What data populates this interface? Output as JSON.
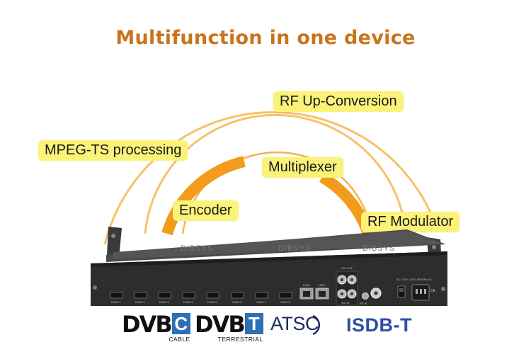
{
  "title": "Multifunction in one device",
  "features": {
    "rf_upconversion": "RF Up-Conversion",
    "mpeg_ts": "MPEG-TS processing",
    "multiplexer": "Multiplexer",
    "encoder": "Encoder",
    "rf_modulator": "RF Modulator"
  },
  "device": {
    "watermark": "DIBSYS",
    "port_labels": [
      "HDMI 1",
      "HDMI 2",
      "HDMI 3",
      "HDMI 4",
      "HDMI 5",
      "HDMI 6",
      "HDMI 7",
      "HDMI 8"
    ],
    "data_label": "DATA",
    "nms_label": "NMS",
    "asi_out_label": "ASI OUT",
    "asi_in_label": "ASI IN",
    "rf_in_label": "RF IN",
    "power_label": "AC 100V~240V 50/60Hz 2A"
  },
  "logos": {
    "dvbc": {
      "text": "DVB",
      "box": "C",
      "sub": "CABLE",
      "color": "#2f6fb5"
    },
    "dvbt": {
      "text": "DVB",
      "box": "T",
      "sub": "TERRESTRIAL",
      "color": "#2f6fb5"
    },
    "atsc": "ATSC",
    "isdbt": "ISDB-T"
  },
  "colors": {
    "title": "#c8741c",
    "arc": "#f5a623",
    "tag_bg": "#fbf27a"
  }
}
